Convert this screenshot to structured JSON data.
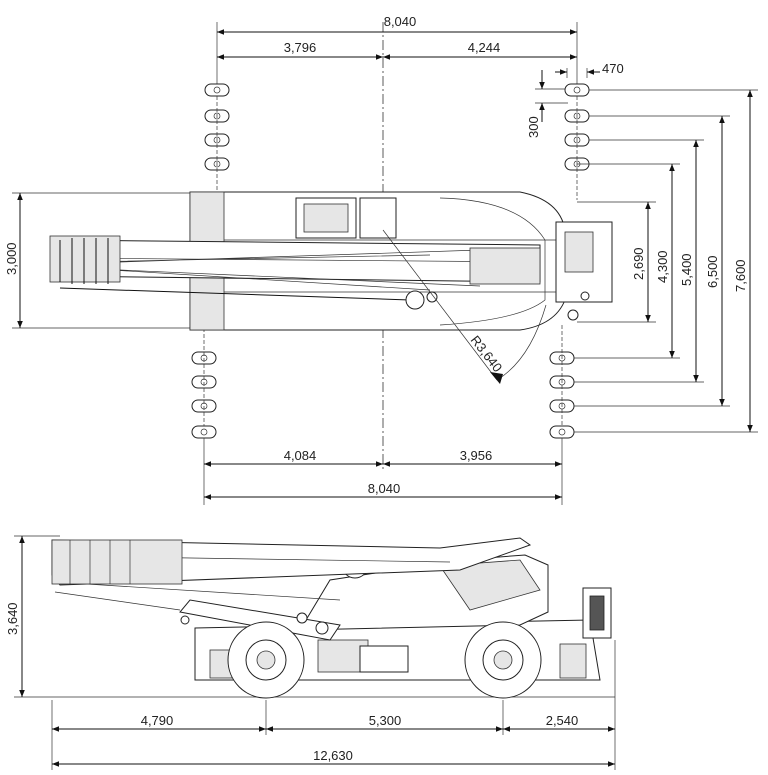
{
  "top_view": {
    "overall_width_top": "8,040",
    "left_half_top": "3,796",
    "right_half_top": "4,244",
    "outrigger_offset": "470",
    "outrigger_step": "300",
    "height_3000": "3,000",
    "height_2690": "2,690",
    "height_4300": "4,300",
    "height_5400": "5,400",
    "height_6500": "6,500",
    "height_7600": "7,600",
    "radius": "R3,640",
    "left_half_bottom": "4,084",
    "right_half_bottom": "3,956",
    "overall_width_bottom": "8,040"
  },
  "side_view": {
    "height_3640": "3,640",
    "front_overhang": "4,790",
    "wheelbase": "5,300",
    "rear_overhang": "2,540",
    "overall_length": "12,630"
  }
}
